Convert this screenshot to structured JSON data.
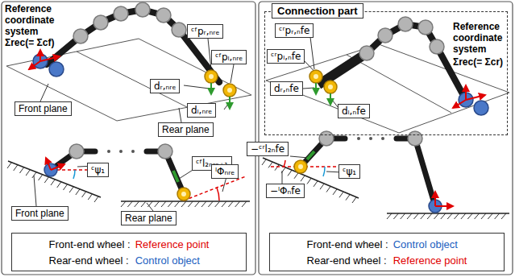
{
  "diagram": {
    "nodes": [
      {
        "text": [
          "ᶜᶠpᵣ,ₙᵣₑ"
        ]
      },
      {
        "text": [
          "ᶜᶠpₗ,ₙᵣₑ"
        ]
      },
      {
        "text": [
          "dᵣ,ₙᵣₑ"
        ]
      },
      {
        "text": [
          "dₗ,ₙᵣₑ"
        ]
      },
      {
        "text": [
          "Front plane"
        ]
      },
      {
        "text": [
          "Rear plane"
        ]
      },
      {
        "text": [
          "ᶜψ₁"
        ]
      },
      {
        "text": [
          "ᶜᶠl₂ₙᵣₑ₊₁"
        ]
      },
      {
        "text": [
          "ˡΦₙᵣₑ"
        ]
      },
      {
        "text": [
          "Front plane"
        ]
      },
      {
        "text": [
          "Rear plane"
        ]
      },
      {
        "text": [
          "Front-end wheel :",
          "Reference point",
          "Rear-end wheel :",
          "Control object"
        ]
      },
      {
        "text": [
          "Connection part"
        ]
      },
      {
        "text": [
          "ᶜʳpᵣ,ₙfe"
        ],
        "in": 12
      },
      {
        "text": [
          "ᶜʳpₗ,ₙfe"
        ],
        "in": 12
      },
      {
        "text": [
          "dᵣ,ₙfe"
        ],
        "in": 12
      },
      {
        "text": [
          "dₗ,ₙfe"
        ],
        "in": 12
      },
      {
        "text": [
          "−ᶜʳl₂ₙfe"
        ]
      },
      {
        "text": [
          "−ˡΦₙfe"
        ]
      },
      {
        "text": [
          "ᶜψ₁"
        ]
      },
      {
        "text": [
          "Front-end wheel :",
          "Control object",
          "Rear-end wheel :",
          "Reference point"
        ]
      }
    ],
    "labels": [
      "Reference coordinate system",
      "Σrec(= Σcf)",
      "Reference coordinate system",
      "Σrec(= Σcr)"
    ]
  }
}
